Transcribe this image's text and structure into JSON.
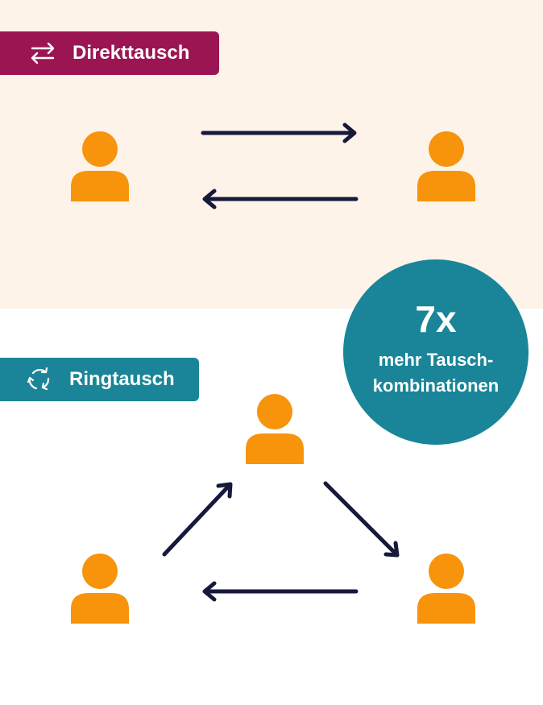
{
  "direct_exchange": {
    "label": "Direkttausch",
    "icon": "swap-arrows-icon",
    "color": "#9b1553",
    "background": "#fdf3e8"
  },
  "ring_exchange": {
    "label": "Ringtausch",
    "icon": "circular-arrows-icon",
    "color": "#1a8598"
  },
  "badge": {
    "number": "7x",
    "line1": "mehr Tausch-",
    "line2": "kombinationen",
    "color": "#1a8598"
  },
  "colors": {
    "person": "#f7940c",
    "arrow": "#16193a"
  }
}
